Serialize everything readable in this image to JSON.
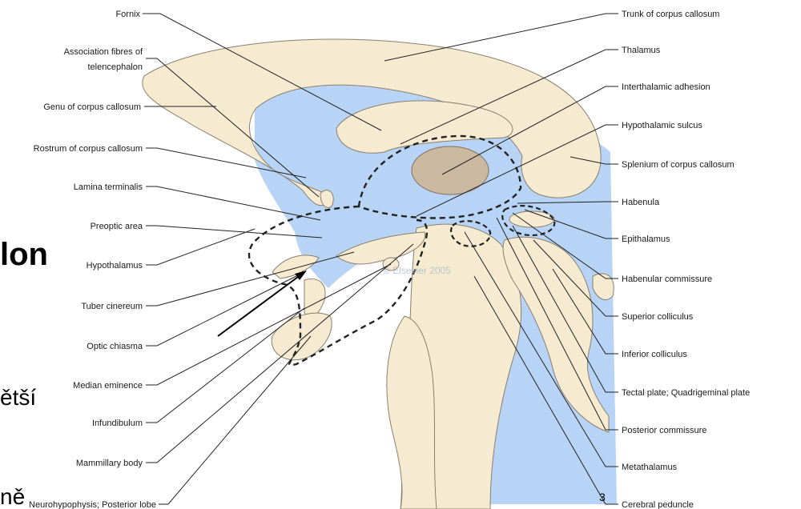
{
  "colors": {
    "ventricle_blue": "#b7d3f5",
    "tissue_beige": "#f6ead0",
    "thalamus_fill": "#cbb8a0",
    "outline": "#8a7f6e",
    "label_text": "#1a1a1a"
  },
  "slide_fragments": {
    "heading": "lon",
    "line1": "ětší",
    "line2": "ně",
    "page_number": "3"
  },
  "watermark": "© Elsevier 2005",
  "labels_left": [
    {
      "id": "fornix",
      "text": "Fornix"
    },
    {
      "id": "association-fibres",
      "line1": "Association fibres of",
      "line2": "telencephalon"
    },
    {
      "id": "genu",
      "text": "Genu of corpus callosum"
    },
    {
      "id": "rostrum",
      "text": "Rostrum of corpus callosum"
    },
    {
      "id": "lamina-terminalis",
      "text": "Lamina terminalis"
    },
    {
      "id": "preoptic-area",
      "text": "Preoptic area"
    },
    {
      "id": "hypothalamus",
      "text": "Hypothalamus"
    },
    {
      "id": "tuber-cinereum",
      "text": "Tuber cinereum"
    },
    {
      "id": "optic-chiasma",
      "text": "Optic chiasma"
    },
    {
      "id": "median-eminence",
      "text": "Median eminence"
    },
    {
      "id": "infundibulum",
      "text": "Infundibulum"
    },
    {
      "id": "mammillary-body",
      "text": "Mammillary body"
    },
    {
      "id": "neurohypophysis",
      "text": "Neurohypophysis; Posterior lobe"
    }
  ],
  "labels_right": [
    {
      "id": "trunk",
      "text": "Trunk of corpus callosum"
    },
    {
      "id": "thalamus",
      "text": "Thalamus"
    },
    {
      "id": "interthalamic-adhesion",
      "text": "Interthalamic adhesion"
    },
    {
      "id": "hypothalamic-sulcus",
      "text": "Hypothalamic sulcus"
    },
    {
      "id": "splenium",
      "text": "Splenium of corpus callosum"
    },
    {
      "id": "habenula",
      "text": "Habenula"
    },
    {
      "id": "epithalamus",
      "text": "Epithalamus"
    },
    {
      "id": "habenular-commissure",
      "text": "Habenular commissure"
    },
    {
      "id": "superior-colliculus",
      "text": "Superior colliculus"
    },
    {
      "id": "inferior-colliculus",
      "text": "Inferior colliculus"
    },
    {
      "id": "tectal-plate",
      "text": "Tectal plate; Quadrigeminal plate"
    },
    {
      "id": "posterior-commissure",
      "text": "Posterior commissure"
    },
    {
      "id": "metathalamus",
      "text": "Metathalamus"
    },
    {
      "id": "cerebral-peduncle",
      "text": "Cerebral peduncle"
    }
  ]
}
